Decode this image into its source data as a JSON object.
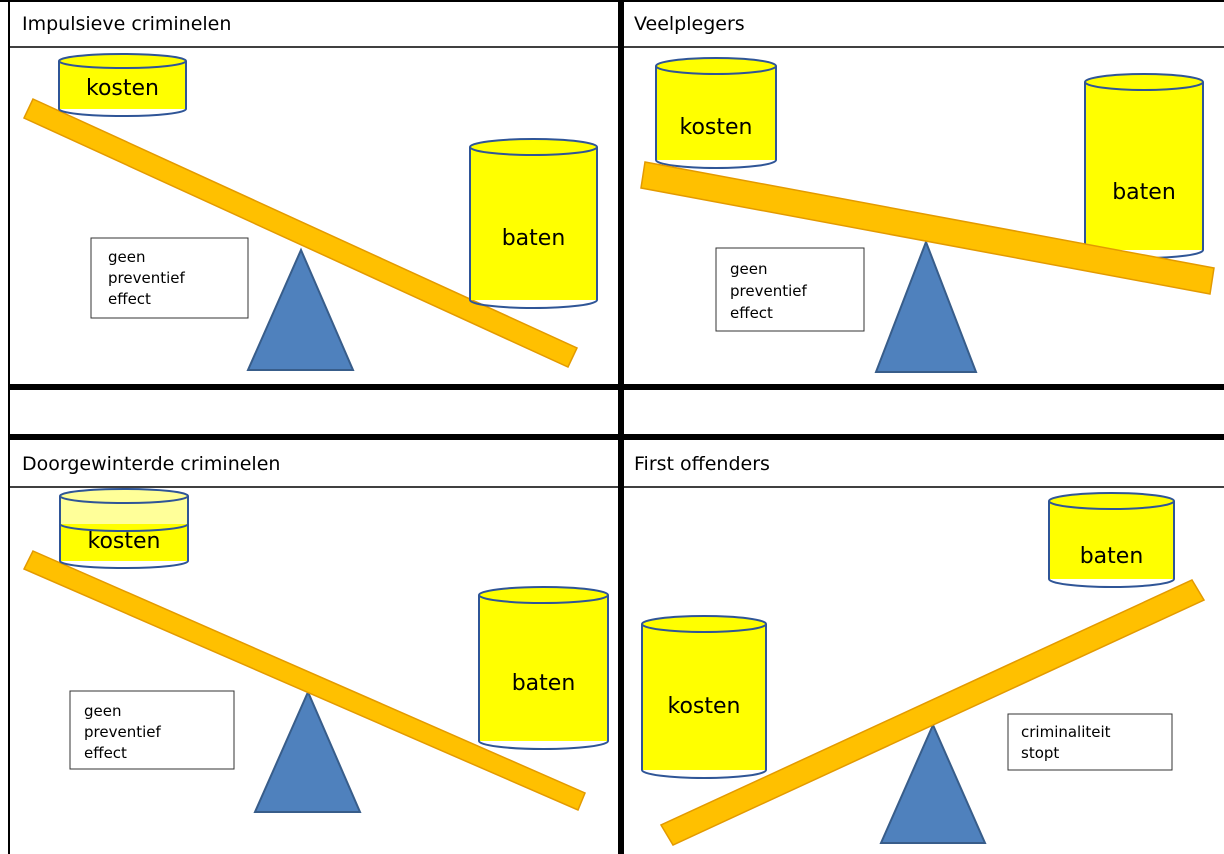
{
  "colors": {
    "plank": "#FFC000",
    "plank_border": "#E39A00",
    "cylinder": "#FFFF00",
    "cylinder_border": "#2F5597",
    "fulcrum": "#4F81BD",
    "fulcrum_border": "#385D8A",
    "grid": "#000000"
  },
  "panels": [
    {
      "title": "Impulsieve criminelen",
      "left_cylinder": "kosten",
      "right_cylinder": "baten",
      "note": [
        "geen",
        "preventief",
        "effect"
      ]
    },
    {
      "title": "Veelplegers",
      "left_cylinder": "kosten",
      "right_cylinder": "baten",
      "note": [
        "geen",
        "preventief",
        "effect"
      ]
    },
    {
      "title": "Doorgewinterde criminelen",
      "left_cylinder": "kosten",
      "right_cylinder": "baten",
      "note": [
        "geen",
        "preventief",
        "effect"
      ]
    },
    {
      "title": "First offenders",
      "left_cylinder": "kosten",
      "right_cylinder": "baten",
      "note": [
        "criminaliteit",
        "stopt"
      ]
    }
  ]
}
